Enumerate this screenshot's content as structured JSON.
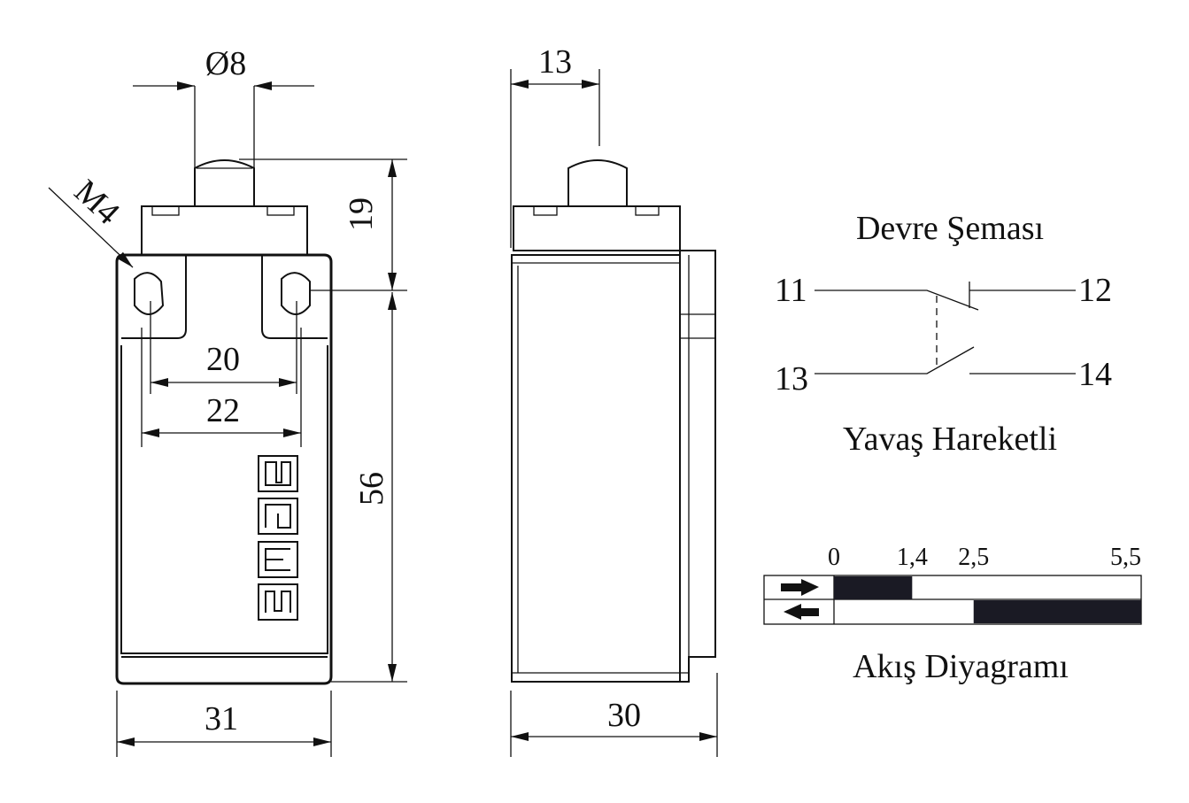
{
  "front_view": {
    "dim_shaft_diameter": "Ø8",
    "dim_thread": "M4",
    "dim_plunger_height": "19",
    "dim_hole_spacing_inner": "20",
    "dim_hole_spacing_outer": "22",
    "dim_body_height": "56",
    "dim_width": "31",
    "logo_text": "SEMS"
  },
  "side_view": {
    "dim_plunger_offset": "13",
    "dim_depth": "30"
  },
  "circuit": {
    "title": "Devre Şeması",
    "terminals": [
      "11",
      "12",
      "13",
      "14"
    ],
    "subtitle": "Yavaş Hareketli"
  },
  "flow_diagram": {
    "title": "Akış Diyagramı",
    "scale_labels": [
      "0",
      "1,4",
      "2,5",
      "5,5"
    ],
    "scale_max": 5.5,
    "rows": [
      {
        "direction": "forward",
        "icon": "arrow-right-icon",
        "filled_from": 0,
        "filled_to": 1.4
      },
      {
        "direction": "return",
        "icon": "arrow-left-icon",
        "filled_from": 2.5,
        "filled_to": 5.5
      }
    ],
    "fill_color": "#1a1a24"
  }
}
